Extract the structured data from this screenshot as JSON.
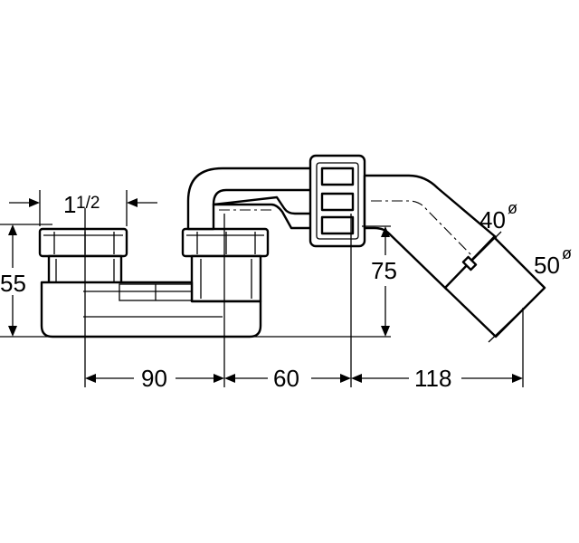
{
  "diagram": {
    "dimensions": {
      "thread": {
        "main": "1",
        "fraction": "1/2"
      },
      "height_left": "55",
      "span_1": "90",
      "span_2": "60",
      "height_right": "75",
      "span_3": "118",
      "diameter_small": "40",
      "diameter_large": "50",
      "diameter_symbol": "ø"
    },
    "colors": {
      "line": "#000000",
      "background": "#ffffff"
    }
  }
}
